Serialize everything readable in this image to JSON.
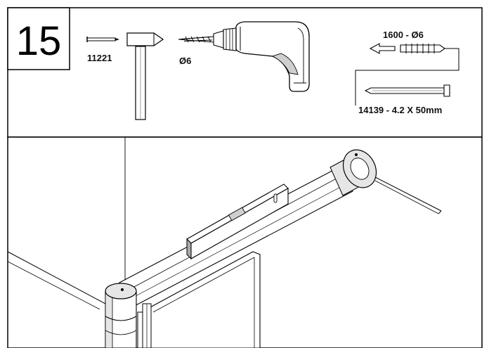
{
  "step": {
    "number": "15"
  },
  "tools": {
    "nail_code": "11221",
    "drill_size": "Ø6"
  },
  "hardware": {
    "plug_label": "1600 - Ø6",
    "screw_label": "14139 - 4.2 X 50mm"
  },
  "colors": {
    "line": "#000000",
    "background": "#ffffff",
    "shade_light": "#e6e6e6",
    "shade_mid": "#cfcfcf",
    "shade_dark": "#a9a9a9"
  }
}
